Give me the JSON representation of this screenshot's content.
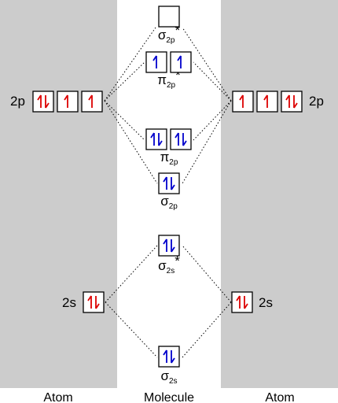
{
  "columns": {
    "left_atom": "Atom",
    "molecule": "Molecule",
    "right_atom": "Atom"
  },
  "colors": {
    "atom_panel": "#cccccc",
    "atom_electron": "#dd0000",
    "molecule_electron": "#0000cc",
    "box_border": "#000000"
  },
  "atomic_orbitals": {
    "left_2p": {
      "label": "2p",
      "electrons": [
        "pair",
        "up",
        "up"
      ]
    },
    "right_2p": {
      "label": "2p",
      "electrons": [
        "up",
        "up",
        "pair"
      ]
    },
    "left_2s": {
      "label": "2s",
      "electrons": [
        "pair"
      ]
    },
    "right_2s": {
      "label": "2s",
      "electrons": [
        "pair"
      ]
    }
  },
  "molecular_orbitals": {
    "sigma_2p_star": {
      "symbol": "σ",
      "subscript": "2p",
      "star": "*",
      "electrons": [
        "empty"
      ]
    },
    "pi_2p_star": {
      "symbol": "π",
      "subscript": "2p",
      "star": "*",
      "electrons": [
        "up",
        "up"
      ]
    },
    "pi_2p": {
      "symbol": "π",
      "subscript": "2p",
      "star": "",
      "electrons": [
        "pair",
        "pair"
      ]
    },
    "sigma_2p": {
      "symbol": "σ",
      "subscript": "2p",
      "star": "",
      "electrons": [
        "pair"
      ]
    },
    "sigma_2s_star": {
      "symbol": "σ",
      "subscript": "2s",
      "star": "*",
      "electrons": [
        "pair"
      ]
    },
    "sigma_2s": {
      "symbol": "σ",
      "subscript": "2s",
      "star": "",
      "electrons": [
        "pair"
      ]
    }
  }
}
